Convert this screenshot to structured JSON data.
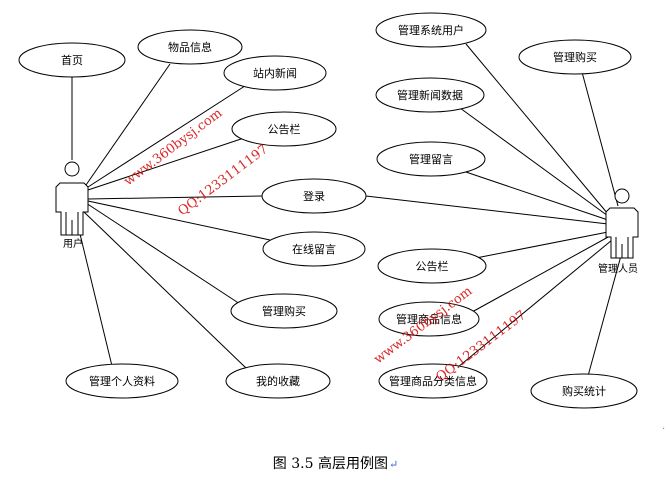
{
  "diagram": {
    "actors": [
      {
        "id": "user",
        "label": "用户"
      },
      {
        "id": "admin",
        "label": "管理人员"
      }
    ],
    "user_use_cases": [
      {
        "id": "u1",
        "label": "首页"
      },
      {
        "id": "u2",
        "label": "物品信息"
      },
      {
        "id": "u3",
        "label": "站内新闻"
      },
      {
        "id": "u4",
        "label": "公告栏"
      },
      {
        "id": "u5",
        "label": "登录"
      },
      {
        "id": "u6",
        "label": "在线留言"
      },
      {
        "id": "u7",
        "label": "管理购买"
      },
      {
        "id": "u8",
        "label": "我的收藏"
      },
      {
        "id": "u9",
        "label": "管理个人资料"
      }
    ],
    "admin_use_cases": [
      {
        "id": "a1",
        "label": "管理系统用户"
      },
      {
        "id": "a2",
        "label": "管理购买"
      },
      {
        "id": "a3",
        "label": "管理新闻数据"
      },
      {
        "id": "a4",
        "label": "管理留言"
      },
      {
        "id": "a5",
        "label": "公告栏"
      },
      {
        "id": "a6",
        "label": "管理商品信息"
      },
      {
        "id": "a7",
        "label": "管理商品分类信息"
      },
      {
        "id": "a8",
        "label": "购买统计"
      }
    ],
    "watermarks": [
      "www.360bysj.com",
      "QQ:1233111197",
      "www.360bysj.com",
      "QQ:1233111197"
    ]
  },
  "caption": {
    "text": "图 3.5  高层用例图",
    "mark": "↵"
  },
  "edge_mark": "·"
}
